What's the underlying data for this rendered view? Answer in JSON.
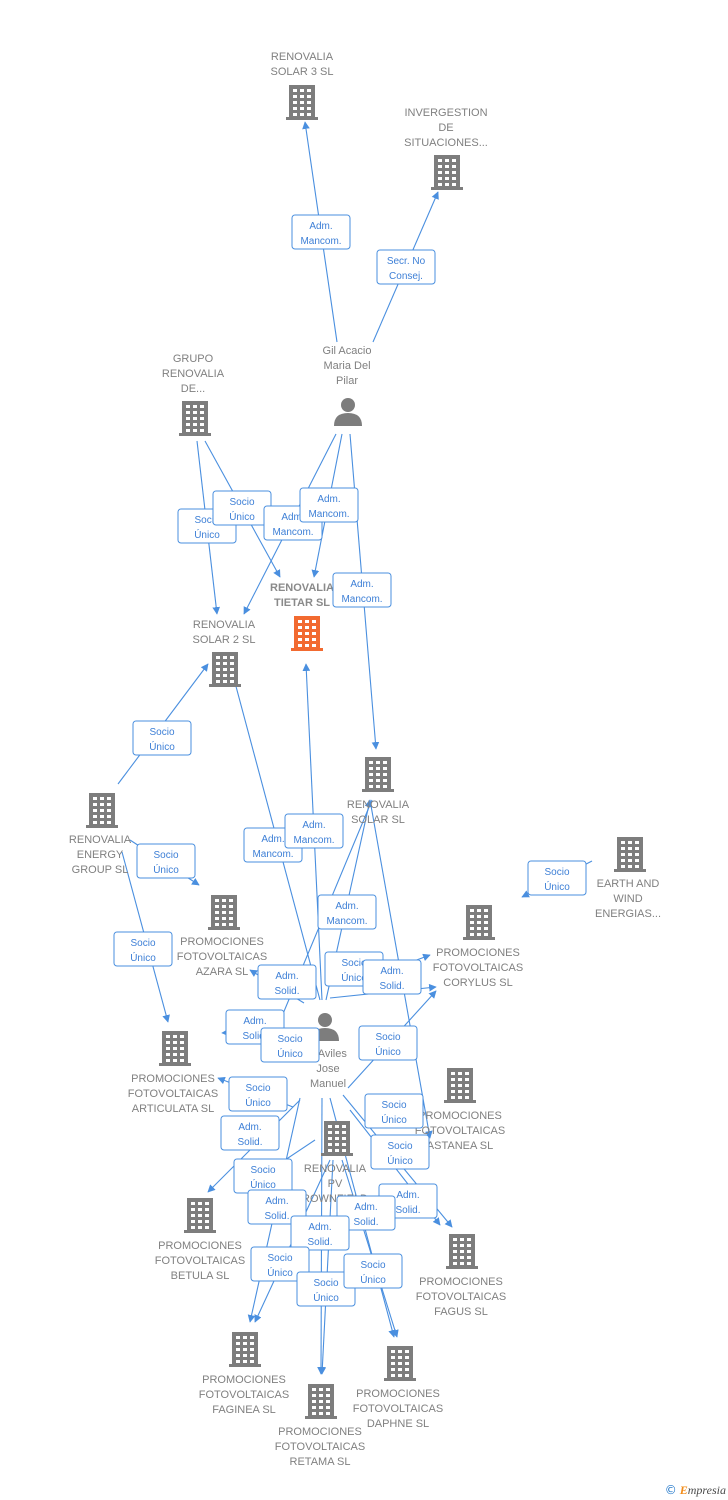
{
  "colors": {
    "edge": "#4a8fdf",
    "building": "#7d7d7d",
    "center_building": "#f26a30",
    "label": "#808080"
  },
  "nodes": [
    {
      "id": "solar3",
      "type": "company",
      "lines": [
        "RENOVALIA",
        "SOLAR 3 SL"
      ]
    },
    {
      "id": "invergestion",
      "type": "company",
      "lines": [
        "INVERGESTION",
        "DE",
        "SITUACIONES..."
      ]
    },
    {
      "id": "grupo",
      "type": "company",
      "lines": [
        "GRUPO",
        "RENOVALIA",
        "DE..."
      ]
    },
    {
      "id": "gil",
      "type": "person",
      "lines": [
        "Gil Acacio",
        "Maria Del",
        "Pilar"
      ]
    },
    {
      "id": "tietar",
      "type": "center",
      "lines": [
        "RENOVALIA",
        "TIETAR SL"
      ]
    },
    {
      "id": "solar2",
      "type": "company",
      "lines": [
        "RENOVALIA",
        "SOLAR 2 SL"
      ]
    },
    {
      "id": "solar",
      "type": "company",
      "lines": [
        "RENOVALIA",
        "SOLAR SL"
      ]
    },
    {
      "id": "energy",
      "type": "company",
      "lines": [
        "RENOVALIA",
        "ENERGY",
        "GROUP SL"
      ]
    },
    {
      "id": "earth",
      "type": "company",
      "lines": [
        "EARTH AND",
        "WIND",
        "ENERGIAS..."
      ]
    },
    {
      "id": "azara",
      "type": "company",
      "lines": [
        "PROMOCIONES",
        "FOTOVOLTAICAS",
        "AZARA SL"
      ]
    },
    {
      "id": "corylus",
      "type": "company",
      "lines": [
        "PROMOCIONES",
        "FOTOVOLTAICAS",
        "CORYLUS SL"
      ]
    },
    {
      "id": "aviles",
      "type": "person",
      "lines": [
        "a Aviles",
        "Jose",
        "Manuel"
      ]
    },
    {
      "id": "articulata",
      "type": "company",
      "lines": [
        "PROMOCIONES",
        "FOTOVOLTAICAS",
        "ARTICULATA SL"
      ]
    },
    {
      "id": "castanea",
      "type": "company",
      "lines": [
        "PROMOCIONES",
        "FOTOVOLTAICAS",
        "ASTANEA SL"
      ]
    },
    {
      "id": "brownfield",
      "type": "company",
      "lines": [
        "RENOVALIA",
        "PV",
        "ROWNFIELD"
      ]
    },
    {
      "id": "betula",
      "type": "company",
      "lines": [
        "PROMOCIONES",
        "FOTOVOLTAICAS",
        "BETULA SL"
      ]
    },
    {
      "id": "fagus",
      "type": "company",
      "lines": [
        "PROMOCIONES",
        "FOTOVOLTAICAS",
        "FAGUS SL"
      ]
    },
    {
      "id": "faginea",
      "type": "company",
      "lines": [
        "PROMOCIONES",
        "FOTOVOLTAICAS",
        "FAGINEA SL"
      ]
    },
    {
      "id": "daphne",
      "type": "company",
      "lines": [
        "PROMOCIONES",
        "FOTOVOLTAICAS",
        "DAPHNE SL"
      ]
    },
    {
      "id": "retama",
      "type": "company",
      "lines": [
        "PROMOCIONES",
        "FOTOVOLTAICAS",
        "RETAMA SL"
      ]
    }
  ],
  "edges": [
    {
      "from": "gil",
      "to": "solar3",
      "label": [
        "Adm.",
        "Mancom."
      ]
    },
    {
      "from": "gil",
      "to": "invergestion",
      "label": [
        "Secr.  No",
        "Consej."
      ]
    },
    {
      "from": "grupo",
      "to": "solar2",
      "label": [
        "Socio",
        "Único"
      ]
    },
    {
      "from": "grupo",
      "to": "tietar",
      "label": [
        "Socio",
        "Único"
      ]
    },
    {
      "from": "gil",
      "to": "solar2",
      "label": [
        "Adm.",
        "Mancom."
      ]
    },
    {
      "from": "gil",
      "to": "tietar",
      "label": [
        "Adm.",
        "Mancom."
      ]
    },
    {
      "from": "gil",
      "to": "solar",
      "label": [
        "Adm.",
        "Mancom."
      ]
    },
    {
      "from": "energy",
      "to": "solar2",
      "label": [
        "Socio",
        "Único"
      ]
    },
    {
      "from": "aviles",
      "to": "solar2",
      "label": [
        "Adm.",
        "Mancom."
      ]
    },
    {
      "from": "aviles",
      "to": "tietar",
      "label": [
        "Adm.",
        "Mancom."
      ]
    },
    {
      "from": "energy",
      "to": "azara",
      "label": [
        "Socio",
        "Único"
      ]
    },
    {
      "from": "earth",
      "to": "corylus",
      "label": [
        "Socio",
        "Único"
      ]
    },
    {
      "from": "energy",
      "to": "articulata",
      "label": [
        "Socio",
        "Único"
      ]
    },
    {
      "from": "aviles",
      "to": "solar",
      "label": [
        "Adm.",
        "Mancom."
      ]
    },
    {
      "from": "aviles",
      "to": "azara",
      "label": [
        "Adm.",
        "Solid."
      ]
    },
    {
      "from": "solar",
      "to": "corylus",
      "label": [
        "Socio",
        "Único"
      ]
    },
    {
      "from": "aviles",
      "to": "corylus",
      "label": [
        "Adm.",
        "Solid."
      ]
    },
    {
      "from": "aviles",
      "to": "articulata",
      "label": [
        "Adm.",
        "Solid."
      ]
    },
    {
      "from": "solar",
      "to": "articulata",
      "label": [
        "Socio",
        "Único"
      ]
    },
    {
      "from": "solar",
      "to": "castanea",
      "label": [
        "Socio",
        "Único"
      ]
    },
    {
      "from": "aviles",
      "to": "castanea",
      "label": [
        "Socio",
        "Único"
      ]
    },
    {
      "from": "brownfield",
      "to": "articulata",
      "label": [
        "Socio",
        "Único"
      ]
    },
    {
      "from": "aviles",
      "to": "betula",
      "label": [
        "Adm.",
        "Solid."
      ]
    },
    {
      "from": "aviles",
      "to": "fagus",
      "label": [
        "Socio",
        "Único"
      ]
    },
    {
      "from": "aviles",
      "to": "fagus",
      "label": [
        "Adm.",
        "Solid."
      ]
    },
    {
      "from": "brownfield",
      "to": "betula",
      "label": [
        "Socio",
        "Único"
      ]
    },
    {
      "from": "aviles",
      "to": "faginea",
      "label": [
        "Adm.",
        "Solid."
      ]
    },
    {
      "from": "aviles",
      "to": "daphne",
      "label": [
        "Adm.",
        "Solid."
      ]
    },
    {
      "from": "aviles",
      "to": "retama",
      "label": [
        "Adm.",
        "Solid."
      ]
    },
    {
      "from": "brownfield",
      "to": "faginea",
      "label": [
        "Socio",
        "Único"
      ]
    },
    {
      "from": "brownfield",
      "to": "retama",
      "label": [
        "Socio",
        "Único"
      ]
    },
    {
      "from": "brownfield",
      "to": "daphne",
      "label": [
        "Socio",
        "Único"
      ]
    }
  ],
  "footer": {
    "copyright": "©",
    "brand_initial": "E",
    "brand_rest": "mpresia"
  }
}
